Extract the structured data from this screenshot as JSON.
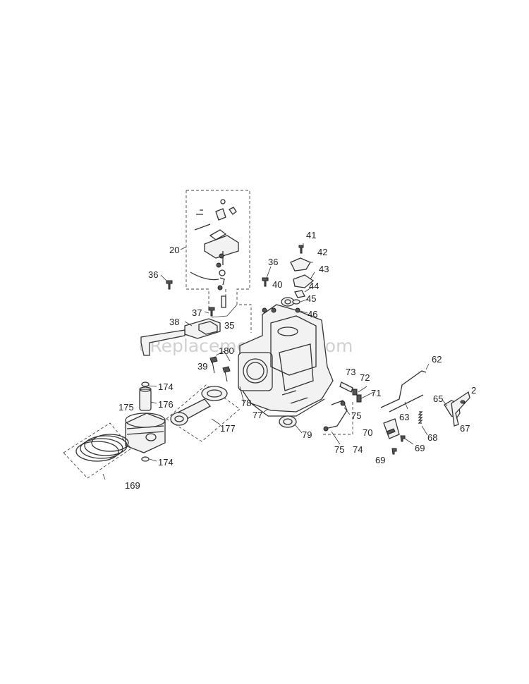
{
  "watermark": "eReplacementParts.com",
  "callouts": {
    "c20": "20",
    "c36a": "36",
    "c36b": "36",
    "c37": "37",
    "c35": "35",
    "c38": "38",
    "c39": "39",
    "c180": "180",
    "c41": "41",
    "c42": "42",
    "c43": "43",
    "c40": "40",
    "c44": "44",
    "c45": "45",
    "c46": "46",
    "c174a": "174",
    "c175": "175",
    "c176": "176",
    "c177": "177",
    "c78": "78",
    "c77": "77",
    "c79": "79",
    "c73": "73",
    "c72": "72",
    "c71": "71",
    "c75a": "75",
    "c75b": "75",
    "c74": "74",
    "c62": "62",
    "c63": "63",
    "c65": "65",
    "c2": "2",
    "c67": "67",
    "c70": "70",
    "c68": "68",
    "c69a": "69",
    "c69b": "69",
    "c174b": "174",
    "c169": "169"
  }
}
